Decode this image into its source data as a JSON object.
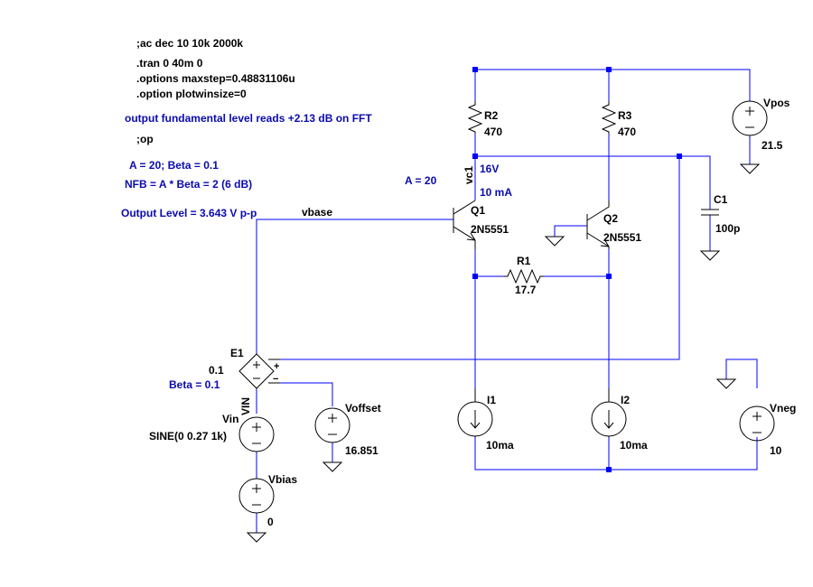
{
  "directives": {
    "ac": ";ac dec 10 10k 2000k",
    "tran": ".tran 0 40m 0",
    "maxstep": ".options maxstep=0.48831106u",
    "plotwin": ".option plotwinsize=0",
    "op": ";op"
  },
  "notes": {
    "fft": "output fundamental level reads +2.13 dB on FFT",
    "ab": "A = 20;   Beta = 0.1",
    "nfb": "NFB = A * Beta = 2  (6 dB)",
    "outlvl": "Output Level = 3.643 V p-p",
    "a20": "A = 20",
    "vc1v": "16V",
    "vc1i": "10 mA",
    "beta": "Beta = 0.1"
  },
  "nets": {
    "vbase": "vbase",
    "vc1": "vc1",
    "vin": "VIN"
  },
  "components": {
    "R2": {
      "name": "R2",
      "value": "470"
    },
    "R3": {
      "name": "R3",
      "value": "470"
    },
    "R1": {
      "name": "R1",
      "value": "17.7"
    },
    "C1": {
      "name": "C1",
      "value": "100p"
    },
    "Q1": {
      "name": "Q1",
      "value": "2N5551"
    },
    "Q2": {
      "name": "Q2",
      "value": "2N5551"
    },
    "Vpos": {
      "name": "Vpos",
      "value": "21.5"
    },
    "Vneg": {
      "name": "Vneg",
      "value": "10"
    },
    "I1": {
      "name": "I1",
      "value": "10ma"
    },
    "I2": {
      "name": "I2",
      "value": "10ma"
    },
    "E1": {
      "name": "E1",
      "value": "0.1"
    },
    "Vin": {
      "name": "Vin",
      "value": "SINE(0 0.27 1k)"
    },
    "Voffset": {
      "name": "Voffset",
      "value": "16.851"
    },
    "Vbias": {
      "name": "Vbias",
      "value": "0"
    }
  },
  "symbols": {
    "plus": "+",
    "minus": "−"
  },
  "colors": {
    "wire": "#0000ff",
    "note": "#0a0ab0",
    "part": "#000000"
  }
}
